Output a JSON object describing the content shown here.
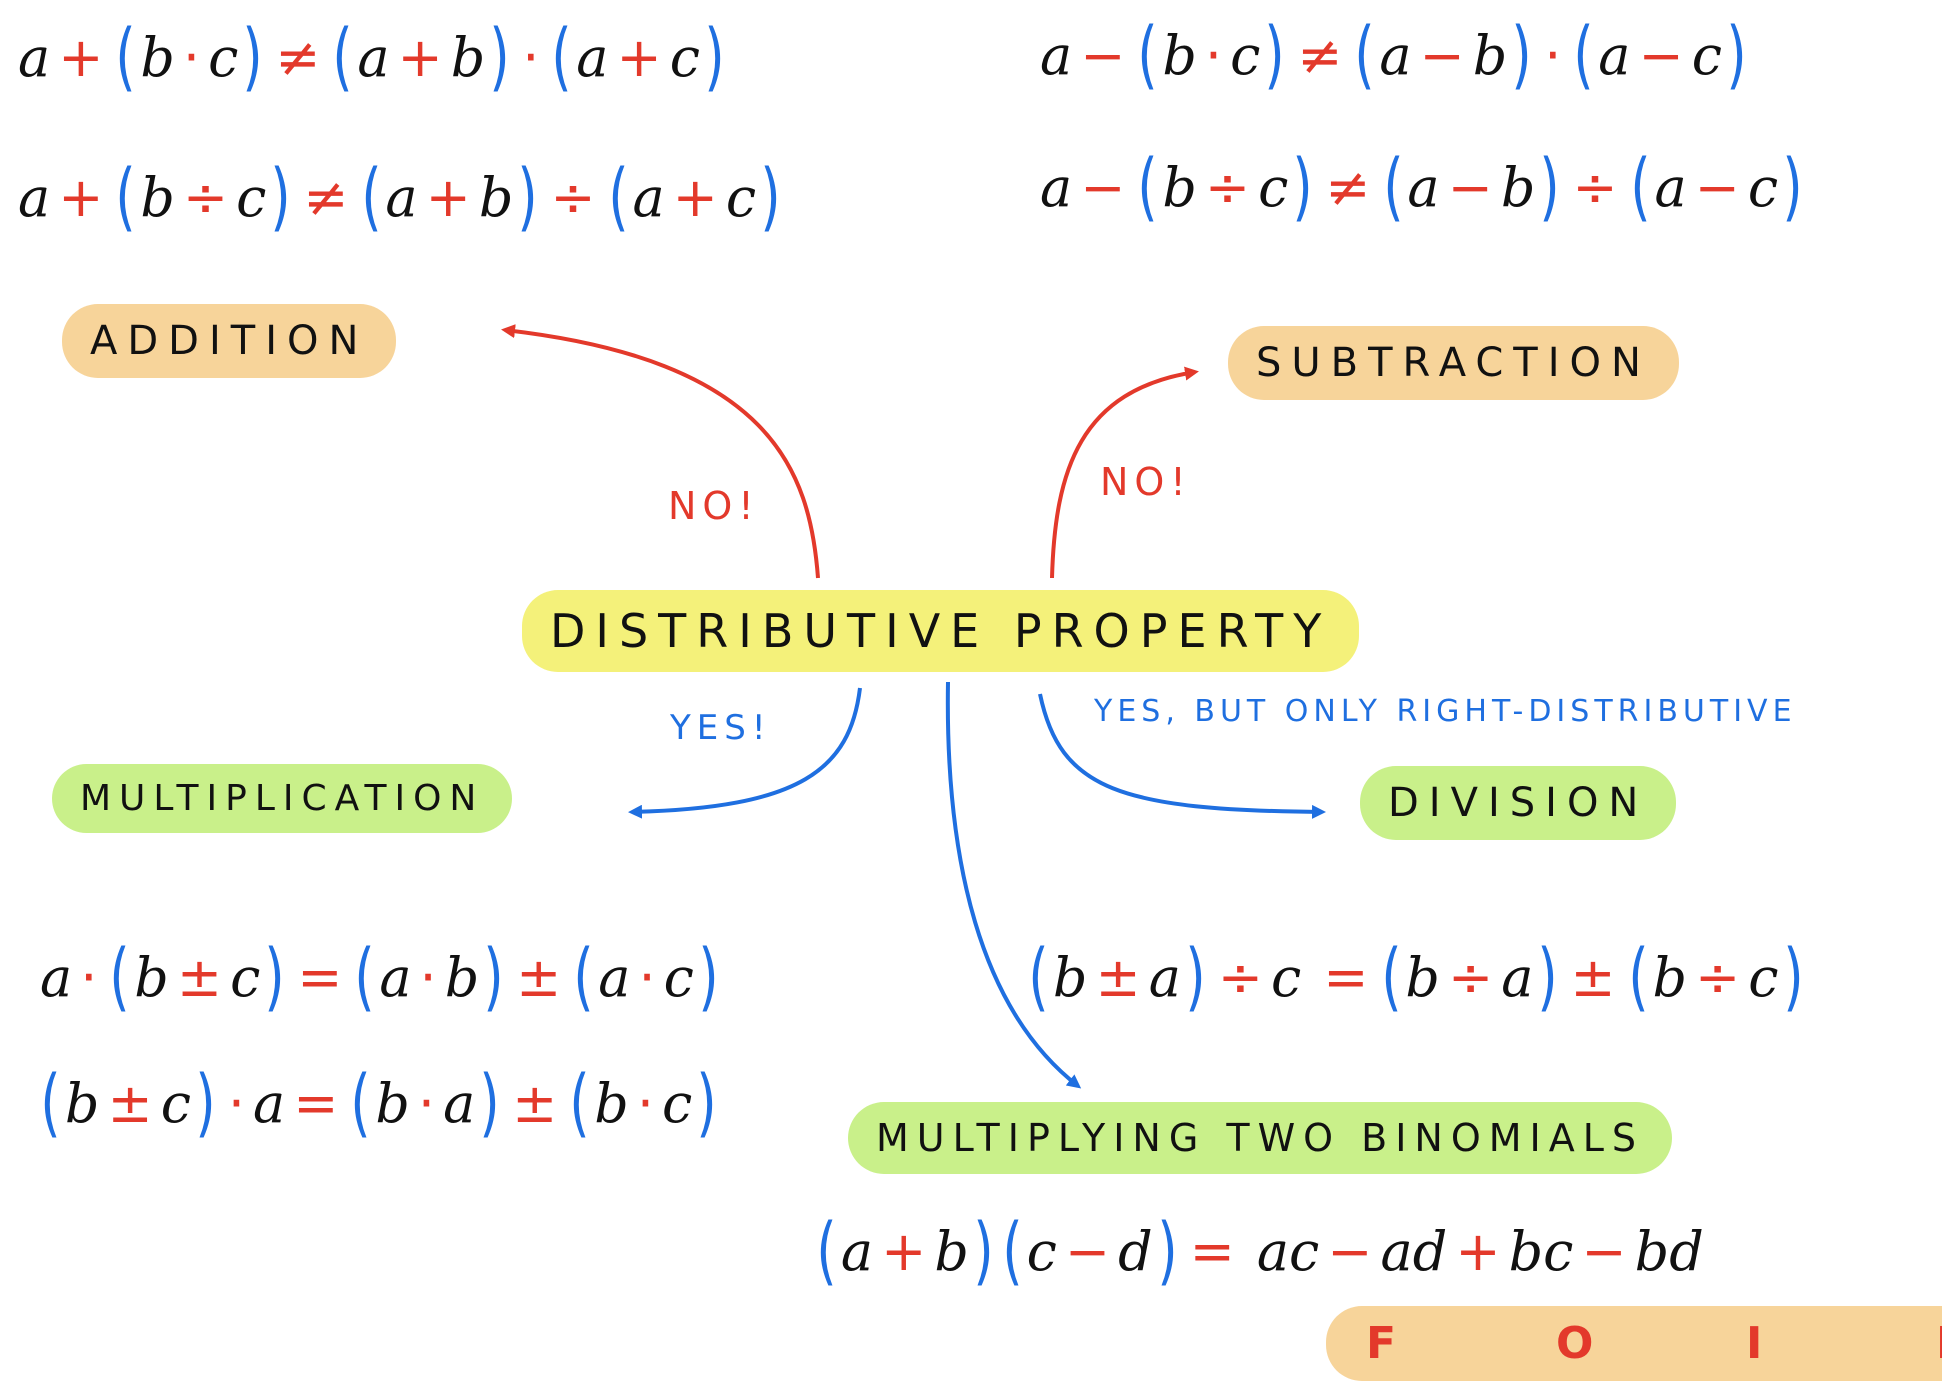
{
  "colors": {
    "red": "#e3392b",
    "blue": "#1f6fe0",
    "orange_highlight": "#f7d49a",
    "yellow_highlight": "#f4f17a",
    "green_highlight": "#c9f08a"
  },
  "center": {
    "label": "DISTRIBUTIVE   PROPERTY"
  },
  "addition": {
    "label": "ADDITION",
    "verdict": "NO!",
    "eq1": {
      "a": "a",
      "op1": "+",
      "b": "b",
      "op2": "·",
      "c": "c",
      "rel": "≠",
      "r_a": "a",
      "r_op1": "+",
      "r_b": "b",
      "mid": "·",
      "r_a2": "a",
      "r_op2": "+",
      "r_c": "c"
    },
    "eq2": {
      "a": "a",
      "op1": "+",
      "b": "b",
      "op2": "÷",
      "c": "c",
      "rel": "≠",
      "r_a": "a",
      "r_op1": "+",
      "r_b": "b",
      "mid": "÷",
      "r_a2": "a",
      "r_op2": "+",
      "r_c": "c"
    }
  },
  "subtraction": {
    "label": "SUBTRACTION",
    "verdict": "NO!",
    "eq1": {
      "a": "a",
      "op1": "−",
      "b": "b",
      "op2": "·",
      "c": "c",
      "rel": "≠",
      "r_a": "a",
      "r_op1": "−",
      "r_b": "b",
      "mid": "·",
      "r_a2": "a",
      "r_op2": "−",
      "r_c": "c"
    },
    "eq2": {
      "a": "a",
      "op1": "−",
      "b": "b",
      "op2": "÷",
      "c": "c",
      "rel": "≠",
      "r_a": "a",
      "r_op1": "−",
      "r_b": "b",
      "mid": "÷",
      "r_a2": "a",
      "r_op2": "−",
      "r_c": "c"
    }
  },
  "multiplication": {
    "label": "MULTIPLICATION",
    "verdict": "YES!",
    "eq1": {
      "a": "a",
      "dot": "·",
      "b": "b",
      "pm": "±",
      "c": "c",
      "eq": "=",
      "r_a": "a",
      "r_dot": "·",
      "r_b": "b",
      "mid": "±",
      "r_a2": "a",
      "r_dot2": "·",
      "r_c": "c"
    },
    "eq2": {
      "b": "b",
      "pm": "±",
      "c": "c",
      "dot": "·",
      "a": "a",
      "eq": "=",
      "r_b": "b",
      "r_dot": "·",
      "r_a": "a",
      "mid": "±",
      "r_b2": "b",
      "r_dot2": "·",
      "r_c": "c"
    }
  },
  "division": {
    "label": "DIVISION",
    "note": "YES, BUT ONLY  RIGHT-DISTRIBUTIVE",
    "eq1": {
      "b": "b",
      "pm": "±",
      "a": "a",
      "div": "÷",
      "c": "c",
      "eq": "=",
      "r_b": "b",
      "r_div": "÷",
      "r_a": "a",
      "mid": "±",
      "r_b2": "b",
      "r_div2": "÷",
      "r_c": "c"
    }
  },
  "binomials": {
    "label": "MULTIPLYING   TWO   BINOMIALS",
    "eq": {
      "a": "a",
      "plus": "+",
      "b": "b",
      "c": "c",
      "minus": "−",
      "d": "d",
      "eq": "=",
      "t1": "ac",
      "op1": "−",
      "t2": "ad",
      "op2": "+",
      "t3": "bc",
      "op3": "−",
      "t4": "bd"
    },
    "foil": [
      "F",
      "O",
      "I",
      "L"
    ]
  }
}
